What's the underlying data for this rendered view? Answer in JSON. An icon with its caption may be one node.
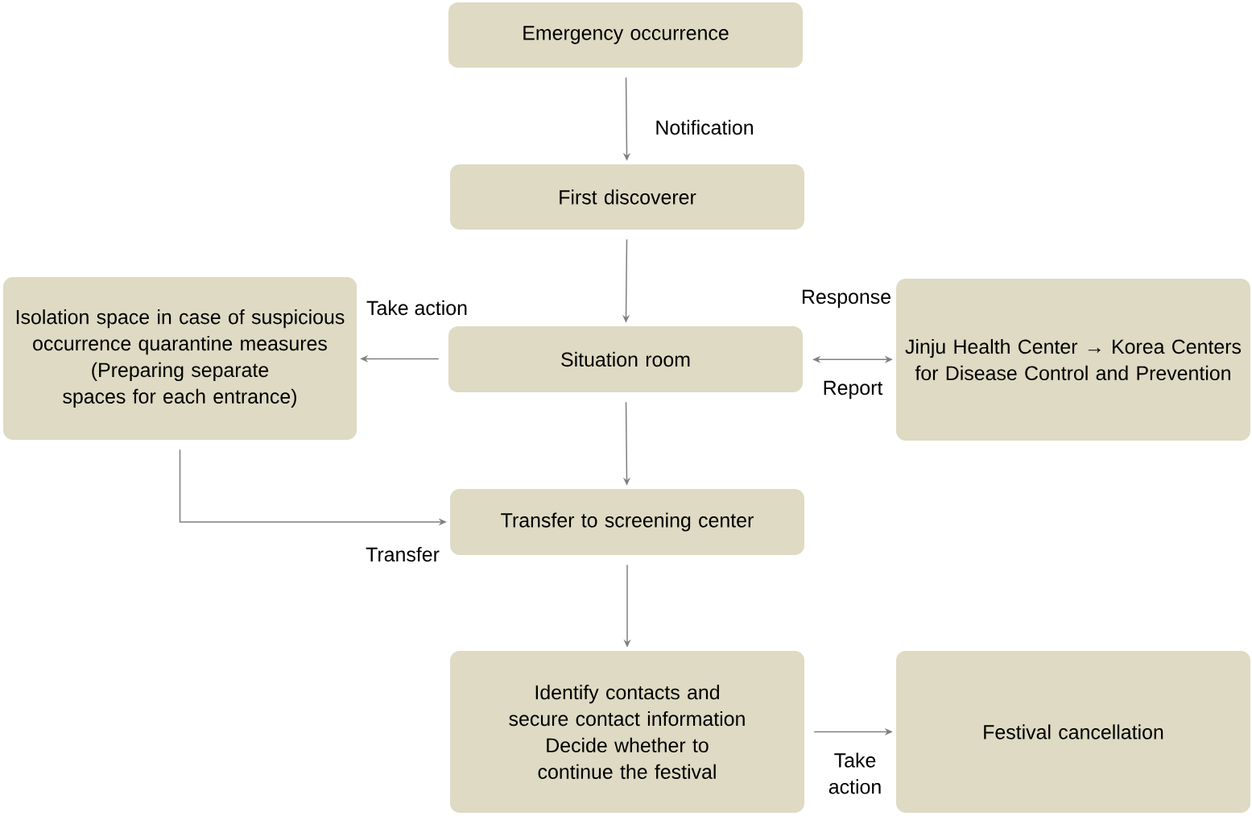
{
  "diagram": {
    "nodes": [
      {
        "text": [
          "Emergency occurrence"
        ]
      },
      {
        "text": [
          "First discoverer"
        ]
      },
      {
        "text": [
          "Isolation space in case of suspicious occurrence quarantine measures",
          "(Preparing separate spaces for each entrance)"
        ]
      },
      {
        "text": [
          "Situation room"
        ]
      },
      {
        "text": [
          "Jinju Health Center → Korea Centers for Disease Control and Prevention"
        ]
      },
      {
        "text": [
          "Transfer to screening center"
        ]
      },
      {
        "text": [
          "Identify contacts and secure contact information",
          "Decide whether to continue the festival"
        ]
      },
      {
        "text": [
          "Festival cancellation"
        ]
      }
    ],
    "edges": [
      {
        "from": 0,
        "to": 1,
        "arrow": "to",
        "label": "Notification"
      },
      {
        "from": 1,
        "to": 3,
        "arrow": "to"
      },
      {
        "from": 3,
        "to": 2,
        "arrow": "to",
        "label": "Take action"
      },
      {
        "from": 3,
        "to": 4,
        "arrow": "both",
        "label": "Response"
      },
      {
        "from": 3,
        "to": 5,
        "arrow": "to"
      },
      {
        "from": 2,
        "to": 5,
        "arrow": "to",
        "label": "Transfer"
      },
      {
        "from": 5,
        "to": 6,
        "arrow": "to"
      },
      {
        "from": 6,
        "to": 7,
        "arrow": "to",
        "label": "Take action"
      }
    ],
    "labels": [
      "Report"
    ]
  }
}
